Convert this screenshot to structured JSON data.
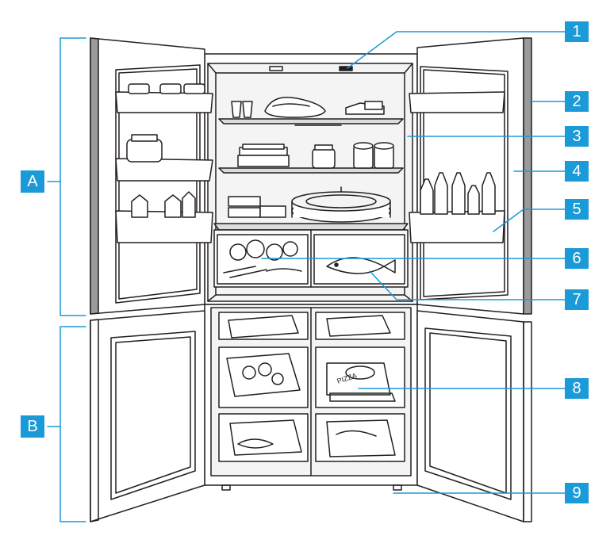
{
  "diagram": {
    "section_labels": [
      {
        "id": "A",
        "text": "A"
      },
      {
        "id": "B",
        "text": "B"
      }
    ],
    "callouts": [
      {
        "id": "1",
        "text": "1"
      },
      {
        "id": "2",
        "text": "2"
      },
      {
        "id": "3",
        "text": "3"
      },
      {
        "id": "4",
        "text": "4"
      },
      {
        "id": "5",
        "text": "5"
      },
      {
        "id": "6",
        "text": "6"
      },
      {
        "id": "7",
        "text": "7"
      },
      {
        "id": "8",
        "text": "8"
      },
      {
        "id": "9",
        "text": "9"
      }
    ],
    "pizza_box_text": "PIZZA",
    "colors": {
      "callout_fill": "#1a9ad6",
      "callout_text": "#ffffff",
      "leader_line": "#1a9ad6",
      "outline": "#231f20",
      "door_edge": "#9b9b9b"
    }
  }
}
